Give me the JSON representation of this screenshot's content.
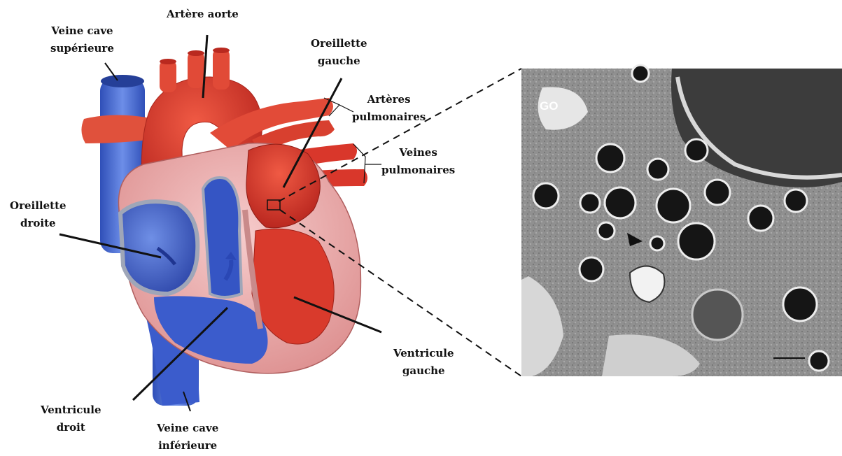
{
  "labels": {
    "aorta": [
      "Artère aorte"
    ],
    "svc": [
      "Veine cave",
      "supérieure"
    ],
    "left_atrium": [
      "Oreillette",
      "gauche"
    ],
    "pulm_arteries": [
      "Artères",
      "pulmonaires"
    ],
    "pulm_veins": [
      "Veines",
      "pulmonaires"
    ],
    "right_atrium": [
      "Oreillette",
      "droite"
    ],
    "left_ventricle": [
      "Ventricule",
      "gauche"
    ],
    "right_ventricle": [
      "Ventricule",
      "droit"
    ],
    "ivc": [
      "Veine cave",
      "inférieure"
    ]
  },
  "micrograph": {
    "label": "GO"
  },
  "colors": {
    "venous_blue": "#3f63c9",
    "arterial_red": "#d9352a",
    "muscle_pink": "#efb5b5",
    "label_text": "#111111"
  }
}
